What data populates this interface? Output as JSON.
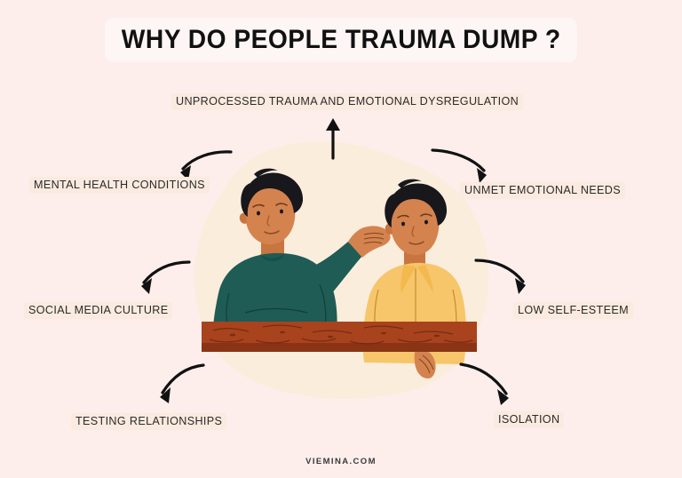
{
  "page": {
    "background_color": "#fdeeec",
    "title": "WHY DO PEOPLE TRAUMA DUMP ?",
    "footer": "VIEMINA.COM"
  },
  "labels": {
    "top": "UNPROCESSED TRAUMA AND EMOTIONAL DYSREGULATION",
    "mental_health": "MENTAL HEALTH CONDITIONS",
    "unmet_needs": "UNMET EMOTIONAL NEEDS",
    "social_media": "SOCIAL MEDIA CULTURE",
    "low_self_esteem": "LOW SELF-ESTEEM",
    "testing_relationships": "TESTING RELATIONSHIPS",
    "isolation": "ISOLATION"
  },
  "reasons": [
    {
      "id": "unprocessed-trauma",
      "label": "UNPROCESSED TRAUMA AND EMOTIONAL DYSREGULATION",
      "arrow": "straight-up"
    },
    {
      "id": "mental-health-conditions",
      "label": "MENTAL HEALTH CONDITIONS",
      "arrow": "curved-down-left"
    },
    {
      "id": "unmet-emotional-needs",
      "label": "UNMET EMOTIONAL NEEDS",
      "arrow": "curved-down-right"
    },
    {
      "id": "social-media-culture",
      "label": "SOCIAL MEDIA CULTURE",
      "arrow": "curved-down-left"
    },
    {
      "id": "low-self-esteem",
      "label": "LOW SELF-ESTEEM",
      "arrow": "curved-down-right"
    },
    {
      "id": "testing-relationships",
      "label": "TESTING RELATIONSHIPS",
      "arrow": "curved-down-left"
    },
    {
      "id": "isolation",
      "label": "ISOLATION",
      "arrow": "curved-down-right"
    }
  ],
  "illustration": {
    "description": "Two seated figures at a wooden table, one gesturing while talking, the other listening with folded arms",
    "blob_color": "#faeddc",
    "table_color": "#a8431e",
    "table_edge_color": "#8a3415",
    "left_person": {
      "shirt_color": "#1f5c55",
      "skin_color": "#d4834f",
      "hair_color": "#17171c"
    },
    "right_person": {
      "shirt_color": "#f7c56a",
      "skin_color": "#d4834f",
      "hair_color": "#17171c"
    }
  },
  "colors": {
    "title_plate": "#fdf6f4",
    "label_highlight": "#fbeadf",
    "arrow": "#111111",
    "text": "#2b2b2b"
  }
}
